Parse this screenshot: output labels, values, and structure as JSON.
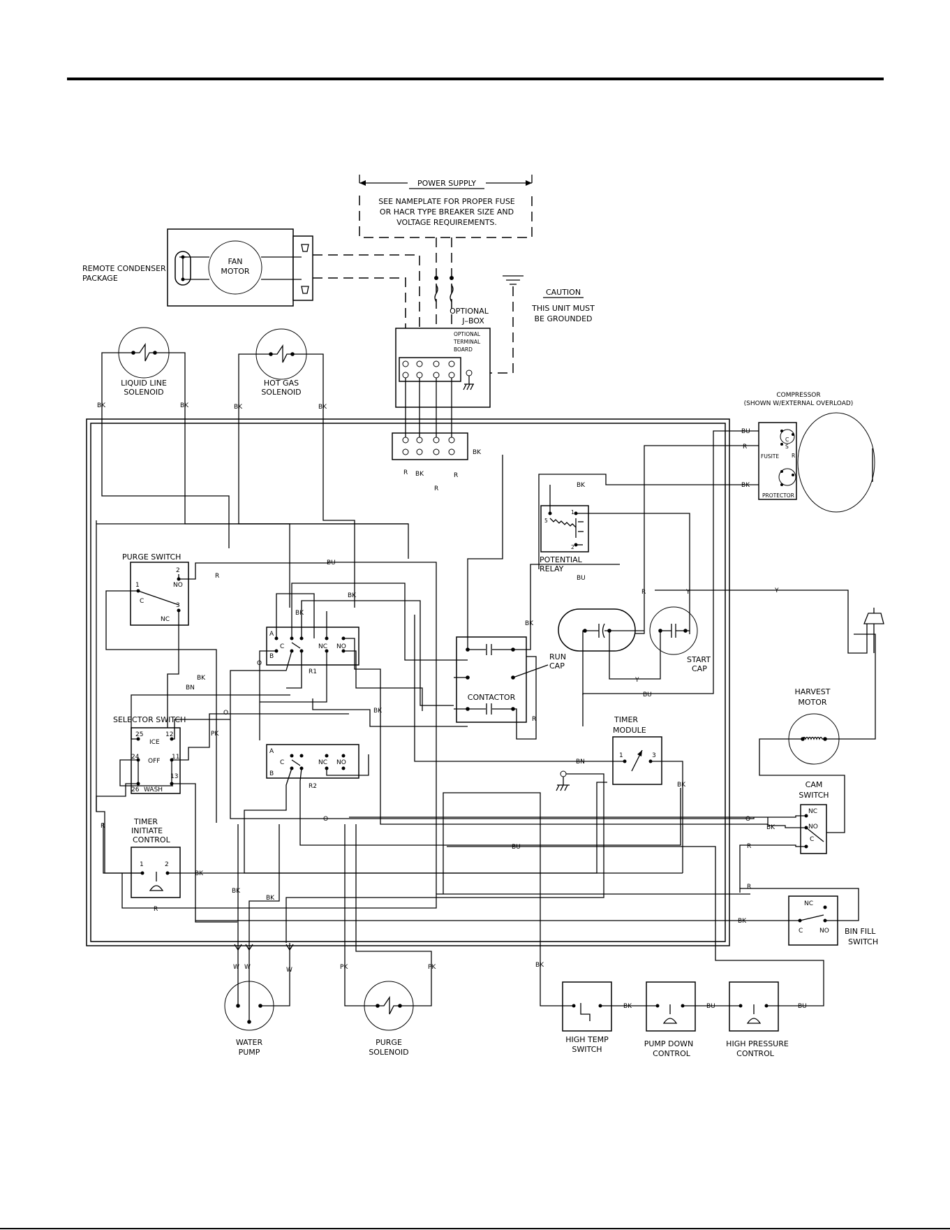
{
  "labels": {
    "power_supply": "POWER SUPPLY",
    "nameplate_1": "SEE NAMEPLATE FOR PROPER FUSE",
    "nameplate_2": "OR HACR TYPE BREAKER SIZE AND",
    "nameplate_3": "VOLTAGE REQUIREMENTS.",
    "remote_1": "REMOTE CONDENSER",
    "remote_2": "PACKAGE",
    "fan_1": "FAN",
    "fan_2": "MOTOR",
    "caution": "CAUTION",
    "grounded_1": "THIS UNIT MUST",
    "grounded_2": "BE GROUNDED",
    "jbox_1": "OPTIONAL",
    "jbox_2": "J–BOX",
    "tb_1": "OPTIONAL",
    "tb_2": "TERMINAL",
    "tb_3": "BOARD",
    "lls_1": "LIQUID LINE",
    "lls_2": "SOLENOID",
    "hgs_1": "HOT GAS",
    "hgs_2": "SOLENOID",
    "comp_1": "COMPRESSOR",
    "comp_2": "(SHOWN W/EXTERNAL OVERLOAD)",
    "fusite": "FUSITE",
    "protector": "PROTECTOR",
    "potential_1": "POTENTIAL",
    "potential_2": "RELAY",
    "purge_switch": "PURGE SWITCH",
    "run_cap_1": "RUN",
    "run_cap_2": "CAP",
    "start_cap_1": "START",
    "start_cap_2": "CAP",
    "contactor": "CONTACTOR",
    "harvest_1": "HARVEST",
    "harvest_2": "MOTOR",
    "selector_switch": "SELECTOR SWITCH",
    "ice": "ICE",
    "off": "OFF",
    "wash": "WASH",
    "timer_module_1": "TIMER",
    "timer_module_2": "MODULE",
    "timer_init_1": "TIMER",
    "timer_init_2": "INITIATE",
    "timer_init_3": "CONTROL",
    "cam_1": "CAM",
    "cam_2": "SWITCH",
    "bin_fill_1": "BIN FILL",
    "bin_fill_2": "SWITCH",
    "water_pump_1": "WATER",
    "water_pump_2": "PUMP",
    "purge_sol_1": "PURGE",
    "purge_sol_2": "SOLENOID",
    "high_temp_1": "HIGH TEMP",
    "high_temp_2": "SWITCH",
    "pump_down_1": "PUMP DOWN",
    "pump_down_2": "CONTROL",
    "high_pressure_1": "HIGH PRESSURE",
    "high_pressure_2": "CONTROL",
    "r1": "R1",
    "r2": "R2",
    "relay_a": "A",
    "relay_b": "B",
    "relay_c": "C",
    "relay_nc": "NC",
    "relay_no": "NO",
    "sw_nc": "NC",
    "sw_no": "NO",
    "sw_c": "C"
  },
  "terminals": {
    "t1": "1",
    "t2": "2",
    "t3": "3",
    "t5": "5",
    "t11": "11",
    "t12": "12",
    "t13": "13",
    "t24": "24",
    "t25": "25",
    "t26": "26",
    "s": "S",
    "c": "C",
    "r": "R"
  },
  "wire_colors": {
    "bk": "BK",
    "bu": "BU",
    "r": "R",
    "y": "Y",
    "bn": "BN",
    "o": "O",
    "pk": "PK",
    "w": "W"
  }
}
